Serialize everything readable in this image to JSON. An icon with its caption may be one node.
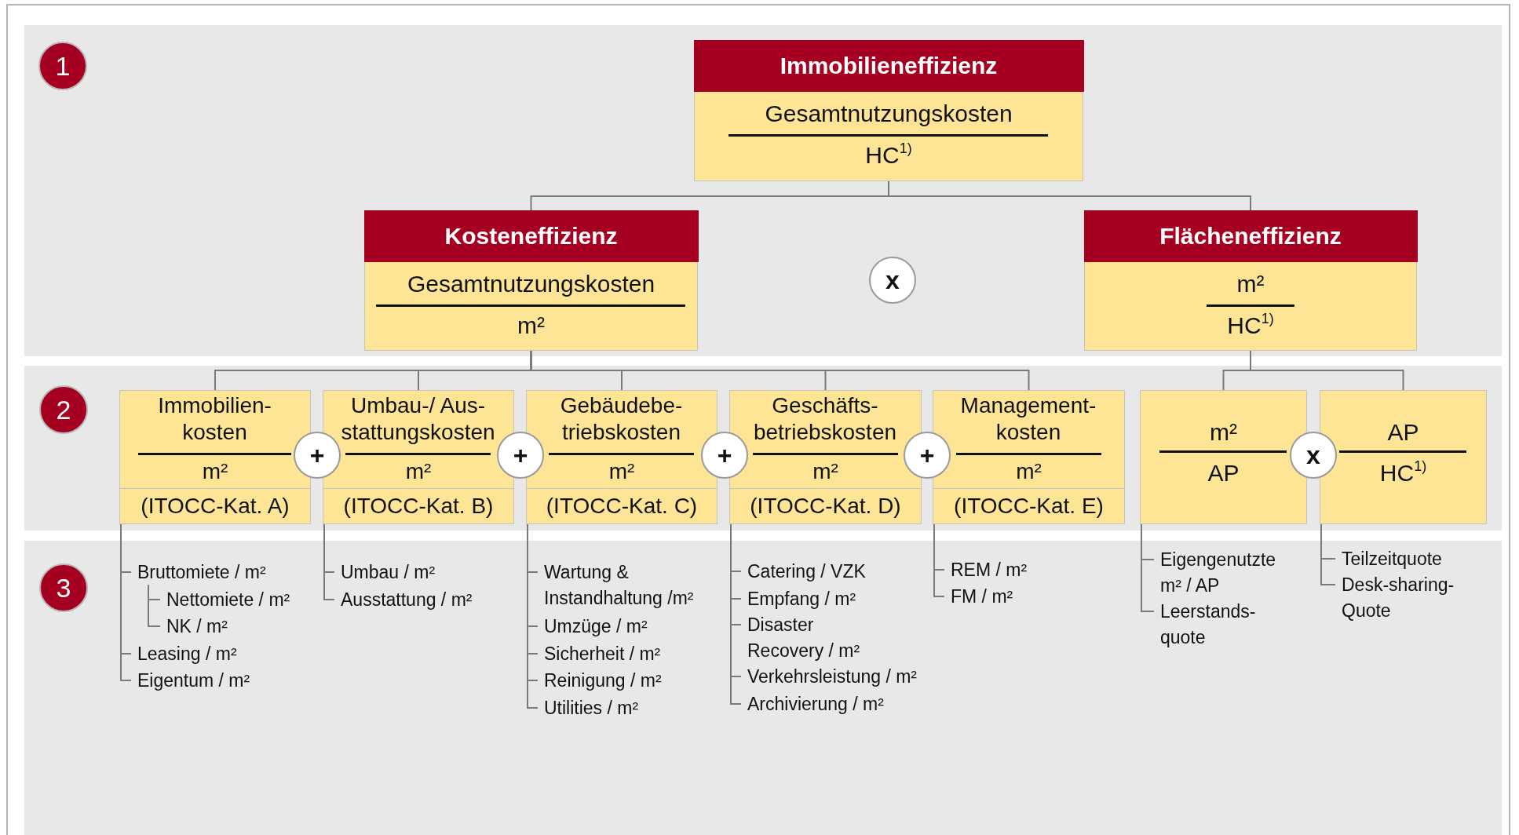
{
  "diagram": {
    "nodes": [
      {
        "text": [
          "1"
        ]
      },
      {
        "text": [
          "Immobilieneffizienz",
          "Gesamtnutzungskosten",
          "HC$^{1)}$"
        ]
      },
      {
        "text": [
          "Kosteneffizienz",
          "Gesamtnutzungskosten",
          "m²"
        ]
      },
      {
        "text": [
          "x"
        ]
      },
      {
        "text": [
          "Flächeneffizienz",
          "m²",
          "HC$^{1)}$"
        ]
      },
      {
        "text": [
          "2"
        ]
      },
      {
        "text": [
          "Immobilien- kosten",
          "m²",
          "(ITOCC-Kat. A)"
        ]
      },
      {
        "text": [
          "+"
        ]
      },
      {
        "text": [
          "Umbau-/ Aus- stattungskosten",
          "m²",
          "(ITOCC-Kat. B)"
        ]
      },
      {
        "text": [
          "+"
        ]
      },
      {
        "text": [
          "Gebäudebe- triebskosten",
          "m²",
          "(ITOCC-Kat. C)"
        ]
      },
      {
        "text": [
          "+"
        ]
      },
      {
        "text": [
          "Geschäfts- betriebskosten",
          "m²",
          "(ITOCC-Kat. D)"
        ]
      },
      {
        "text": [
          "+"
        ]
      },
      {
        "text": [
          "Management- kosten",
          "m²",
          "(ITOCC-Kat. E)"
        ]
      },
      {
        "text": [
          "m²",
          "AP"
        ]
      },
      {
        "text": [
          "x"
        ]
      },
      {
        "text": [
          "AP",
          "HC$^{1)}$"
        ]
      },
      {
        "text": [
          "3"
        ]
      },
      {
        "text": [
          "Bruttomiete / m²"
        ]
      },
      {
        "text": [
          "Nettomiete / m²"
        ]
      },
      {
        "text": [
          "NK / m²"
        ]
      },
      {
        "text": [
          "Leasing / m²"
        ]
      },
      {
        "text": [
          "Eigentum / m²"
        ]
      },
      {
        "text": [
          "Umbau / m²"
        ]
      },
      {
        "text": [
          "Ausstattung / m²"
        ]
      },
      {
        "text": [
          "Wartung & Instandhaltung /m²"
        ]
      },
      {
        "text": [
          "Umzüge / m²"
        ]
      },
      {
        "text": [
          "Sicherheit / m²"
        ]
      },
      {
        "text": [
          "Reinigung / m²"
        ]
      },
      {
        "text": [
          "Utilities / m²"
        ]
      },
      {
        "text": [
          "Catering / VZK"
        ]
      },
      {
        "text": [
          "Empfang / m²"
        ]
      },
      {
        "text": [
          "Disaster Recovery / m²"
        ]
      },
      {
        "text": [
          "Verkehrsleistung / m²"
        ]
      },
      {
        "text": [
          "Archivierung / m²"
        ]
      },
      {
        "text": [
          "REM / m²"
        ]
      },
      {
        "text": [
          "FM / m²"
        ]
      },
      {
        "text": [
          "Eigengenutzte m² / AP"
        ]
      },
      {
        "text": [
          "Leerstands- quote"
        ]
      },
      {
        "text": [
          "Teilzeitquote"
        ]
      },
      {
        "text": [
          "Desk-sharing- Quote"
        ]
      }
    ],
    "edges": [
      {
        "from": 1,
        "to": 2,
        "arrow": "none"
      },
      {
        "from": 1,
        "to": 4,
        "arrow": "none"
      },
      {
        "from": 2,
        "to": 6,
        "arrow": "none"
      },
      {
        "from": 2,
        "to": 8,
        "arrow": "none"
      },
      {
        "from": 2,
        "to": 10,
        "arrow": "none"
      },
      {
        "from": 2,
        "to": 12,
        "arrow": "none"
      },
      {
        "from": 2,
        "to": 14,
        "arrow": "none"
      },
      {
        "from": 4,
        "to": 15,
        "arrow": "none"
      },
      {
        "from": 4,
        "to": 17,
        "arrow": "none"
      },
      {
        "from": 6,
        "to": 19,
        "arrow": "none"
      },
      {
        "from": 19,
        "to": 20,
        "arrow": "none"
      },
      {
        "from": 19,
        "to": 21,
        "arrow": "none"
      },
      {
        "from": 6,
        "to": 22,
        "arrow": "none"
      },
      {
        "from": 6,
        "to": 23,
        "arrow": "none"
      },
      {
        "from": 8,
        "to": 24,
        "arrow": "none"
      },
      {
        "from": 8,
        "to": 25,
        "arrow": "none"
      },
      {
        "from": 10,
        "to": 26,
        "arrow": "none"
      },
      {
        "from": 10,
        "to": 27,
        "arrow": "none"
      },
      {
        "from": 10,
        "to": 28,
        "arrow": "none"
      },
      {
        "from": 10,
        "to": 29,
        "arrow": "none"
      },
      {
        "from": 10,
        "to": 30,
        "arrow": "none"
      },
      {
        "from": 12,
        "to": 31,
        "arrow": "none"
      },
      {
        "from": 12,
        "to": 32,
        "arrow": "none"
      },
      {
        "from": 12,
        "to": 33,
        "arrow": "none"
      },
      {
        "from": 12,
        "to": 34,
        "arrow": "none"
      },
      {
        "from": 12,
        "to": 35,
        "arrow": "none"
      },
      {
        "from": 14,
        "to": 36,
        "arrow": "none"
      },
      {
        "from": 14,
        "to": 37,
        "arrow": "none"
      },
      {
        "from": 15,
        "to": 38,
        "arrow": "none"
      },
      {
        "from": 15,
        "to": 39,
        "arrow": "none"
      },
      {
        "from": 17,
        "to": 40,
        "arrow": "none"
      },
      {
        "from": 17,
        "to": 41,
        "arrow": "none"
      }
    ]
  }
}
